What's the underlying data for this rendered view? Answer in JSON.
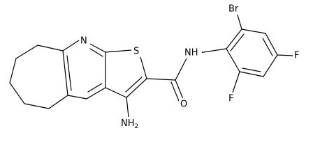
{
  "molecule": {
    "atom_labels": {
      "br": "Br",
      "s": "S",
      "n_ring": "N",
      "nh": "NH",
      "f_para": "F",
      "f_ortho": "F",
      "o": "O",
      "nh2_n": "NH",
      "nh2_sub": "2"
    }
  }
}
